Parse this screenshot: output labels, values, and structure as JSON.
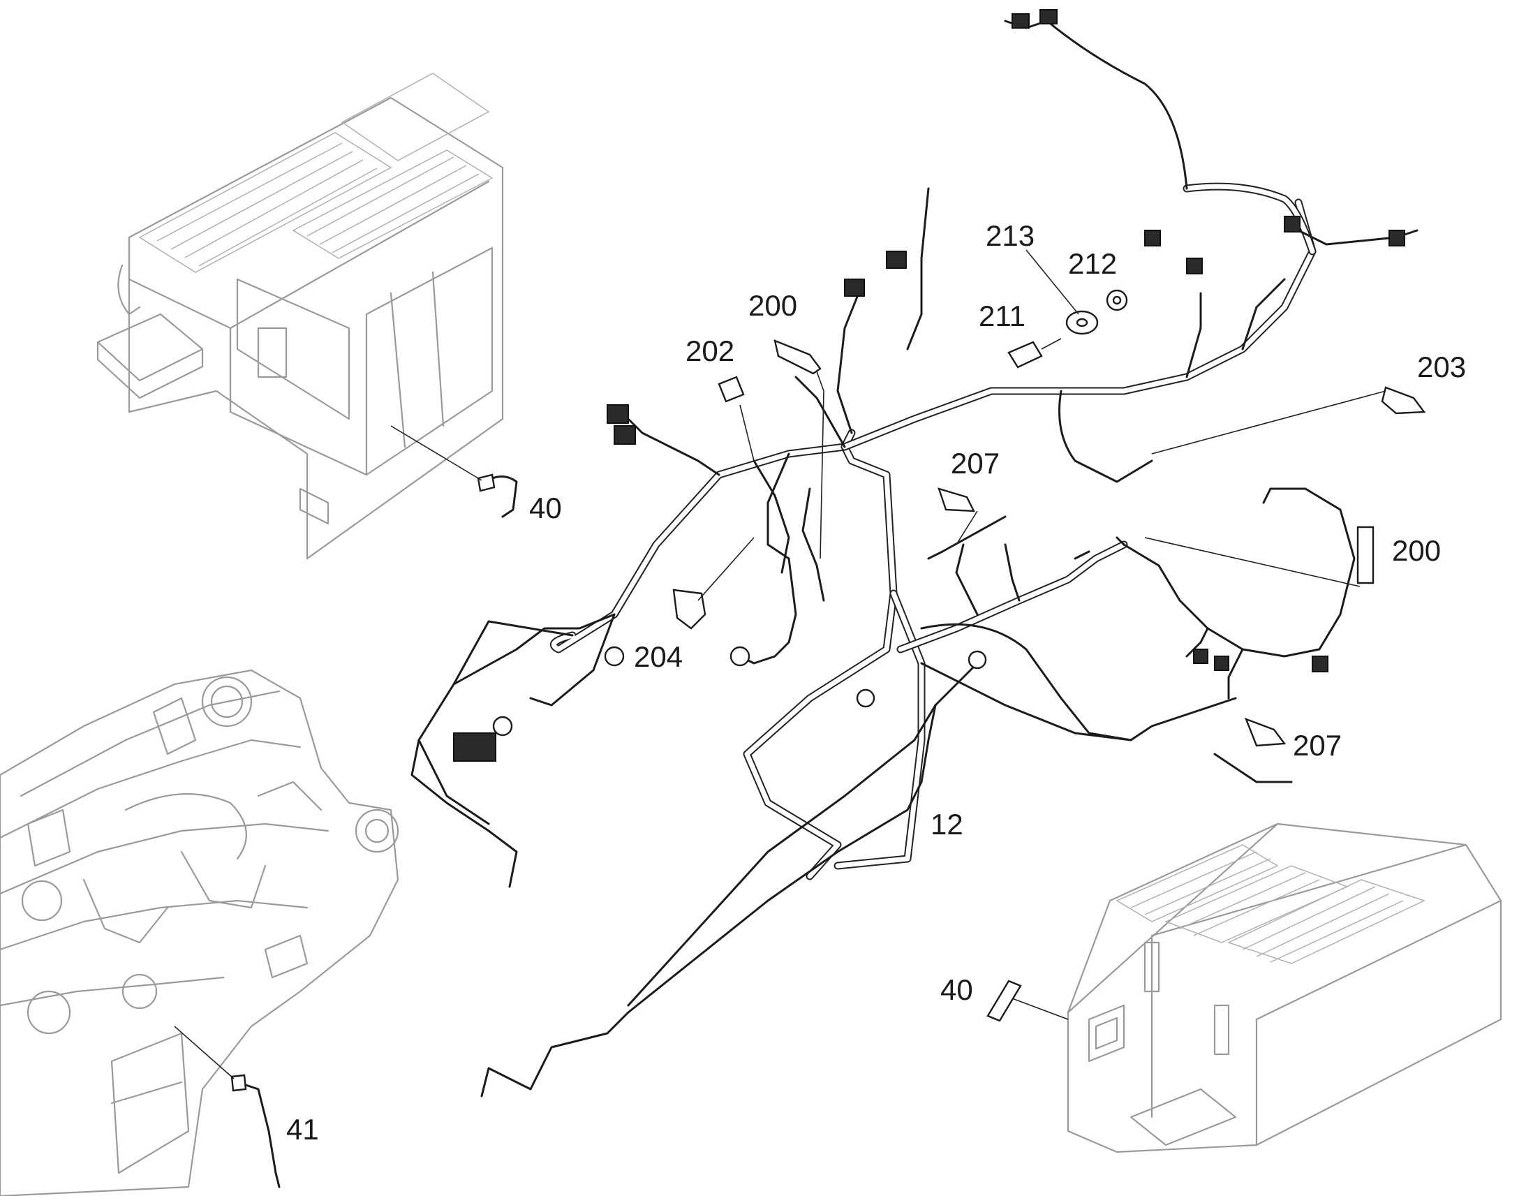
{
  "callouts": {
    "c200_top": "200",
    "c202": "202",
    "c211": "211",
    "c212": "212",
    "c213": "213",
    "c203": "203",
    "c207_mid": "207",
    "c200_right": "200",
    "c204": "204",
    "c207_right": "207",
    "c12": "12",
    "c40_top": "40",
    "c40_bottom": "40",
    "c41": "41"
  }
}
